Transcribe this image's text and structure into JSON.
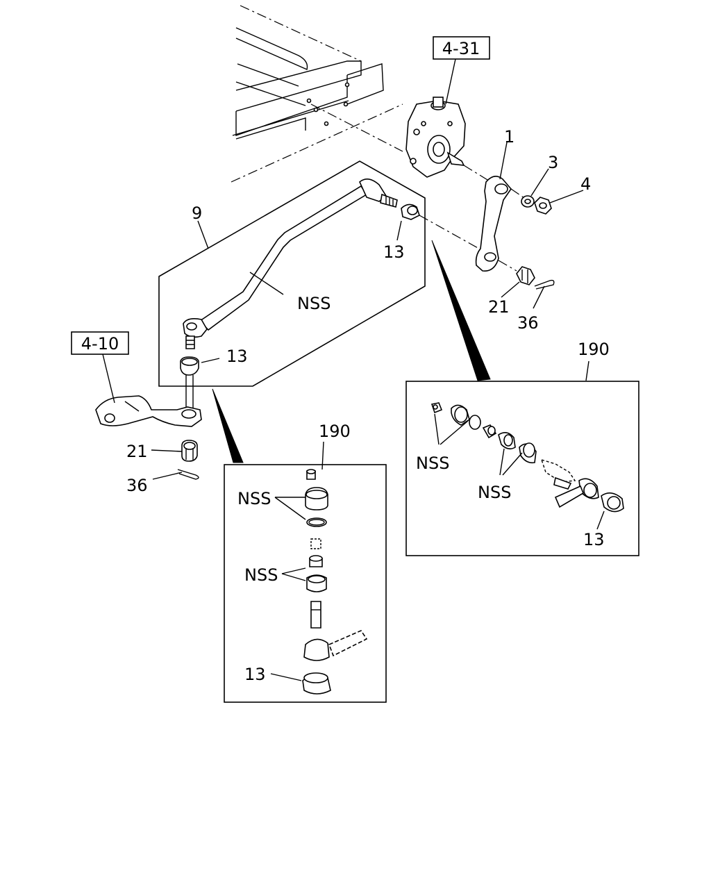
{
  "labels": {
    "ref_steering_gear": "4-31",
    "ref_idler_arm": "4-10",
    "pitman_arm": "1",
    "washer": "3",
    "nut": "4",
    "drag_link_kit": "9",
    "dust_seal_top": "13",
    "dust_seal_left": "13",
    "castle_nut_right": "21",
    "cotter_pin_right": "36",
    "castle_nut_left": "21",
    "cotter_pin_left": "36",
    "drag_link_nss": "NSS",
    "detail_right_title": "190",
    "detail_right_nss_a": "NSS",
    "detail_right_nss_b": "NSS",
    "detail_right_seal": "13",
    "detail_left_title": "190",
    "detail_left_nss_a": "NSS",
    "detail_left_nss_b": "NSS",
    "detail_left_seal": "13"
  }
}
